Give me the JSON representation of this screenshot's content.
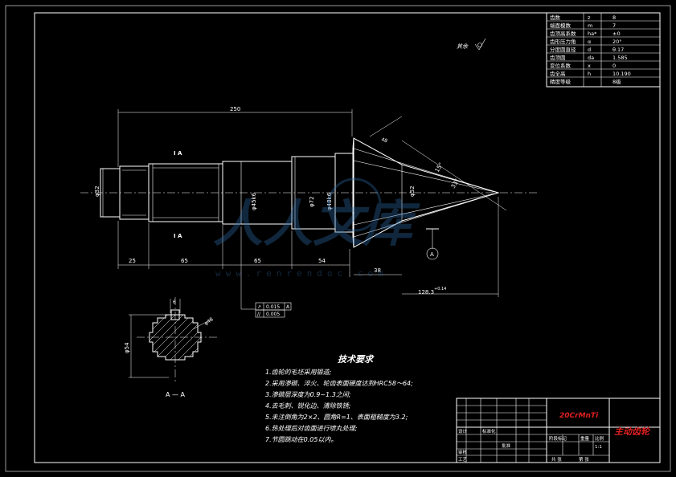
{
  "params_table": {
    "rows": [
      {
        "name": "齿数",
        "symbol": "z",
        "value": "8"
      },
      {
        "name": "端面模数",
        "symbol": "m",
        "value": "7"
      },
      {
        "name": "齿顶高系数",
        "symbol": "ha*",
        "value": "±0"
      },
      {
        "name": "齿形压力角",
        "symbol": "α",
        "value": "20°"
      },
      {
        "name": "分度圆直径",
        "symbol": "d",
        "value": "θ.17"
      },
      {
        "name": "齿顶圆",
        "symbol": "da",
        "value": "1.585"
      },
      {
        "name": "变位系数",
        "symbol": "x",
        "value": "0"
      },
      {
        "name": "齿全高",
        "symbol": "h",
        "value": "10.190"
      },
      {
        "name": "精度等级",
        "symbol": "",
        "value": "8级"
      }
    ]
  },
  "roughness_note": "其余",
  "dimensions": {
    "total_length": "250",
    "seg1": "25",
    "seg2": "65",
    "seg3": "65",
    "seg4": "54",
    "seg5": "38",
    "cone_length": "128.3",
    "cone_tol": "+0.14",
    "phi32": "φ32",
    "phi45": "φ45k6",
    "phi48": "φ48k6",
    "phi72": "φ72",
    "phi_gear": "φ52",
    "angle1": "15°",
    "angle2": "33°",
    "top_dim": "48",
    "keyway": "6",
    "section_dia": "φ48",
    "section_dim": "φ54",
    "datum": "A"
  },
  "section_marks": {
    "top": "I A",
    "bottom": "I A",
    "label": "A — A"
  },
  "tolerance_frames": [
    {
      "symbol": "↗",
      "value": "0.015",
      "datum": "A"
    },
    {
      "symbol": "//",
      "value": "0.005",
      "datum": ""
    }
  ],
  "tech_requirements": {
    "title": "技术要求",
    "items": [
      "1.齿轮的毛坯采用锻造;",
      "2.采用渗碳、淬火、轮齿表面硬度达到HRC58～64;",
      "3.渗碳层深度为0.9~1.3之间;",
      "4.去毛刺、锐化边、清除铁锈;",
      "5.未注倒角为2×2、圆角R=1、表面粗糙度为3.2;",
      "6.热处理后对齿面进行喷丸处理;",
      "7.节圆跳动在0.05以内。"
    ]
  },
  "watermark": {
    "text": "人人文库",
    "url": "www.renrendoc.com"
  },
  "title_block": {
    "material": "20CrMnTi",
    "part_name": "主动齿轮",
    "labels": {
      "design": "设计",
      "standard": "标准化",
      "check": "审核",
      "process": "工艺",
      "approve": "批准",
      "stage_mark": "阶段标记",
      "weight": "重量",
      "scale": "比例",
      "scale_val": "1:1",
      "sheets": "共 张",
      "sheet": "第 张"
    }
  }
}
